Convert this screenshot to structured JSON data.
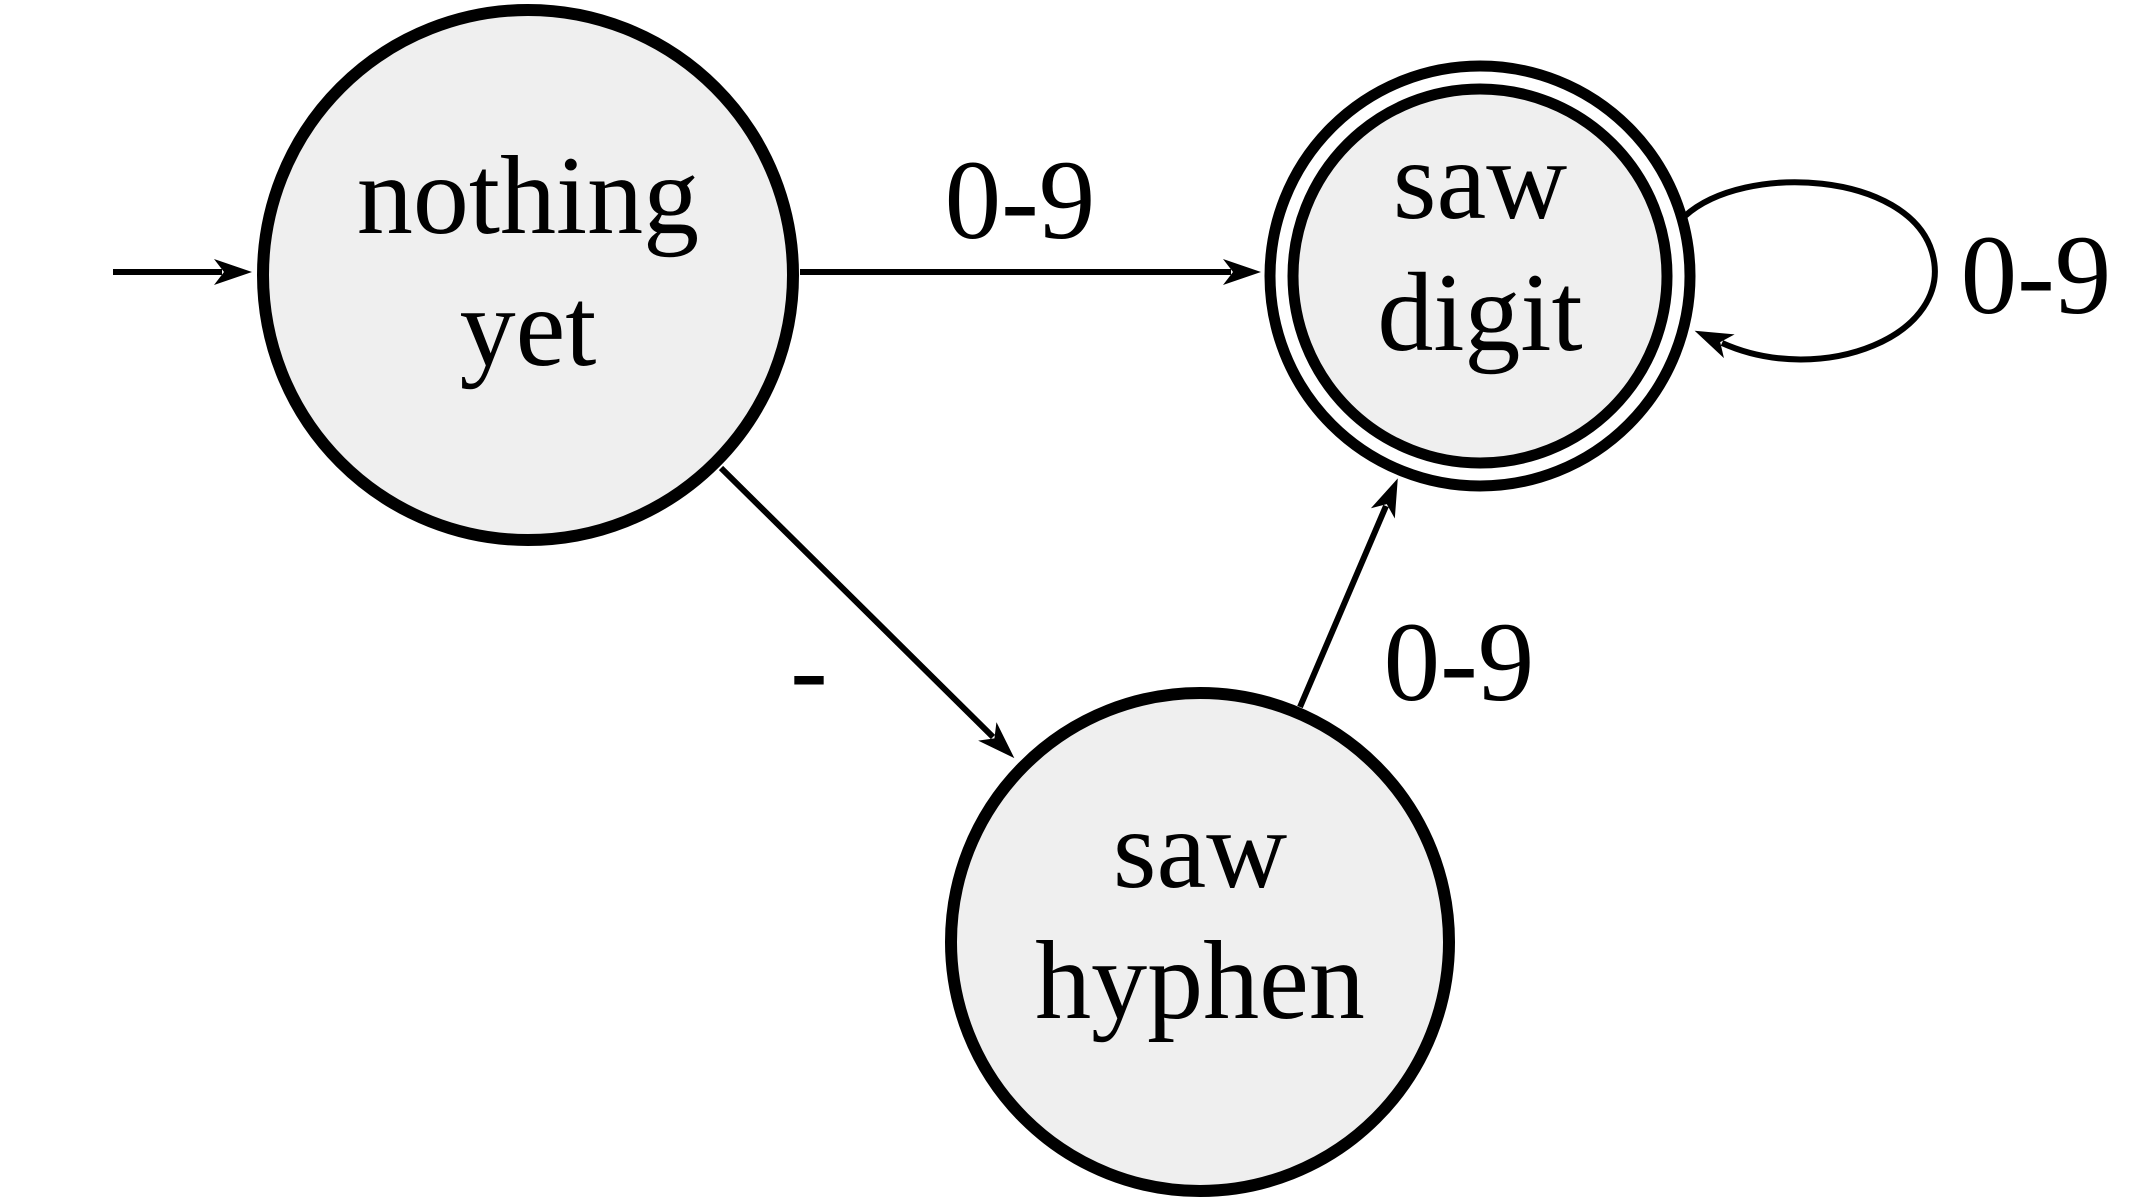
{
  "diagram": {
    "background_color": "#ffffff",
    "state_fill_color": "#efefef",
    "line_color": "#000000",
    "states": [
      {
        "id": "nothing-yet",
        "label_lines": [
          "nothing",
          "yet"
        ],
        "start": true,
        "accepting": false
      },
      {
        "id": "saw-digit",
        "label_lines": [
          "saw",
          "digit"
        ],
        "start": false,
        "accepting": true
      },
      {
        "id": "saw-hyphen",
        "label_lines": [
          "saw",
          "hyphen"
        ],
        "start": false,
        "accepting": false
      }
    ],
    "transitions": [
      {
        "from": "nothing-yet",
        "to": "saw-digit",
        "label": "0-9"
      },
      {
        "from": "nothing-yet",
        "to": "saw-hyphen",
        "label": "-"
      },
      {
        "from": "saw-hyphen",
        "to": "saw-digit",
        "label": "0-9"
      },
      {
        "from": "saw-digit",
        "to": "saw-digit",
        "label": "0-9"
      }
    ]
  }
}
